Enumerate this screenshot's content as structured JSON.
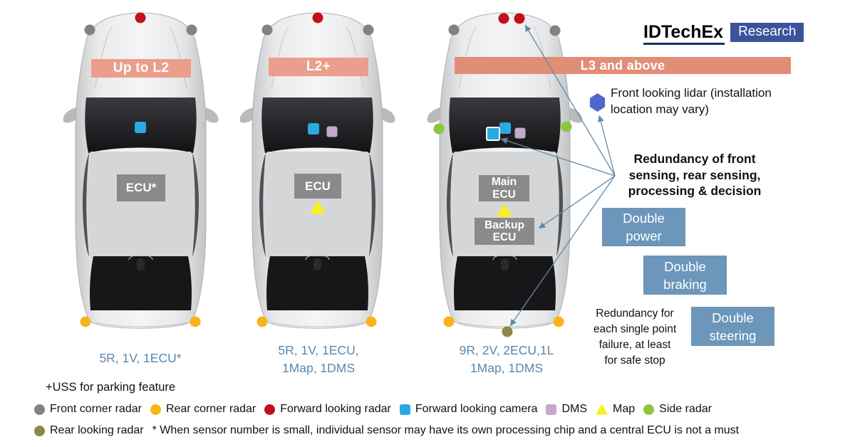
{
  "logo": {
    "name": "IDTechEx",
    "badge": "Research"
  },
  "colors": {
    "banner": "#EB9E8B",
    "banner_l3": "#E28D76",
    "ecu_box": "#8A8A8A",
    "double_box": "#6C96BA",
    "caption_text": "#5B87AD",
    "research_badge": "#3A539B",
    "arrow": "#6189AD",
    "front_corner_radar": "#808285",
    "rear_corner_radar": "#F9B515",
    "forward_looking_radar": "#C3101C",
    "forward_looking_camera": "#29ABE2",
    "dms": "#C3AAC9",
    "map": "#FCEE21",
    "side_radar": "#8CC63F",
    "rear_looking_radar": "#8D874A",
    "lidar": "#4D68C8"
  },
  "cars": [
    {
      "banner": "Up to L2",
      "ecu": "ECU*",
      "caption": [
        "5R, 1V, 1ECU*"
      ]
    },
    {
      "banner": "L2+",
      "ecu": "ECU",
      "caption": [
        "5R, 1V, 1ECU,",
        "1Map, 1DMS"
      ]
    },
    {
      "banner": "L3 and above",
      "main_ecu": [
        "Main",
        "ECU"
      ],
      "backup_ecu": [
        "Backup",
        "ECU"
      ],
      "caption": [
        "9R, 2V, 2ECU,1L",
        "1Map, 1DMS"
      ]
    }
  ],
  "annotations": {
    "lidar_note": [
      "Front looking lidar (installation",
      "location may vary)"
    ],
    "redundancy_bold": [
      "Redundancy of front",
      "sensing, rear sensing,",
      "processing & decision"
    ],
    "double_power": [
      "Double",
      "power"
    ],
    "double_braking": [
      "Double",
      "braking"
    ],
    "double_steering": [
      "Double",
      "steering"
    ],
    "redundancy_note": [
      "Redundancy for",
      "each single point",
      "failure, at least",
      "for safe stop"
    ]
  },
  "footnotes": {
    "uss": "+USS for parking feature",
    "asterisk": "* When sensor number is small, individual sensor may have its own processing chip and a central ECU is not a must"
  },
  "legend": {
    "row1": [
      {
        "icon": "circle",
        "label": "Front corner radar"
      },
      {
        "icon": "circle",
        "label": "Rear corner radar"
      },
      {
        "icon": "circle",
        "label": "Forward looking radar"
      },
      {
        "icon": "square",
        "label": "Forward looking camera"
      },
      {
        "icon": "square",
        "label": "DMS"
      },
      {
        "icon": "triangle",
        "label": "Map"
      },
      {
        "icon": "circle",
        "label": "Side radar"
      }
    ],
    "row2": {
      "icon": "circle",
      "label": "Rear looking radar"
    }
  }
}
